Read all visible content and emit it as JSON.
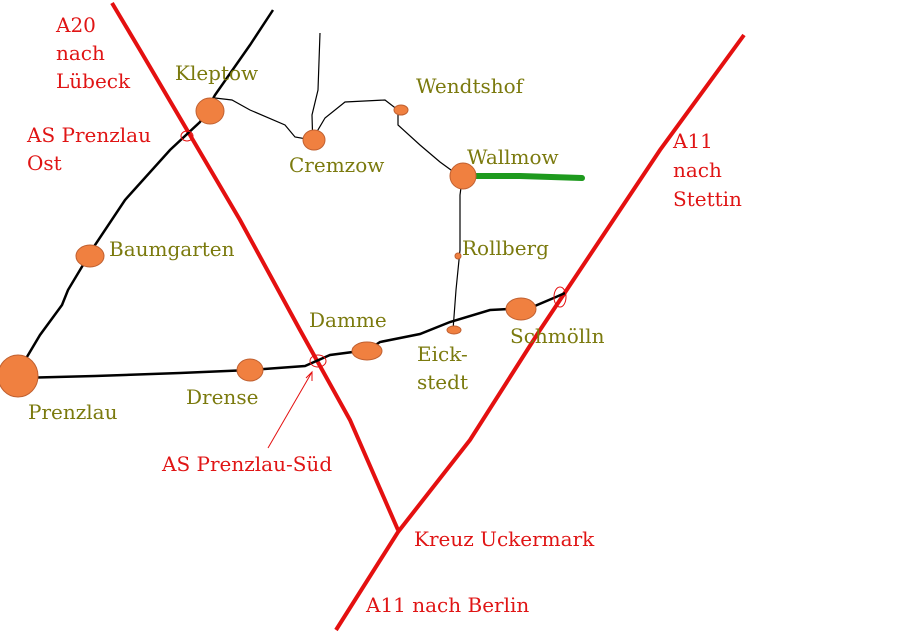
{
  "colors": {
    "highway": "#e41010",
    "road": "#000000",
    "town_fill": "#f08040",
    "town_label": "#7b7a0e",
    "highlight": "#1e9a1e"
  },
  "towns": {
    "kleptow": "Kleptow",
    "wendtshof": "Wendtshof",
    "cremzow": "Cremzow",
    "wallmow": "Wallmow",
    "baumgarten": "Baumgarten",
    "rollberg": "Rollberg",
    "damme": "Damme",
    "schmoelln": "Schmölln",
    "eickstedt_1": "Eick-",
    "eickstedt_2": "stedt",
    "prenzlau": "Prenzlau",
    "drense": "Drense"
  },
  "highway_labels": {
    "a20_1": "A20",
    "a20_2": "nach",
    "a20_3": "Lübeck",
    "as_ost_1": "AS Prenzlau",
    "as_ost_2": "Ost",
    "a11_stettin_1": "A11",
    "a11_stettin_2": "nach",
    "a11_stettin_3": "Stettin",
    "as_sued": "AS Prenzlau-Süd",
    "kreuz": "Kreuz Uckermark",
    "a11_berlin": "A11 nach Berlin"
  }
}
